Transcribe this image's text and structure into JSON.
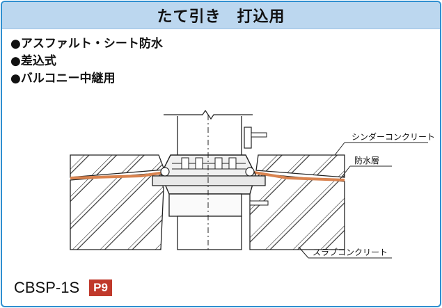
{
  "header": {
    "title": "たて引き　打込用"
  },
  "features": [
    "●アスファルト・シート防水",
    "●差込式",
    "●バルコニー中継用"
  ],
  "drawing": {
    "label_top_layer": "シンダーコンクリート",
    "label_membrane": "防水層",
    "label_slab": "スラブコンクリート",
    "colors": {
      "membrane": "#d9834f",
      "concrete": "#e6e6e6",
      "drain": "#f0f0f0"
    }
  },
  "footer": {
    "model": "CBSP-1S",
    "page_badge": "P9"
  }
}
